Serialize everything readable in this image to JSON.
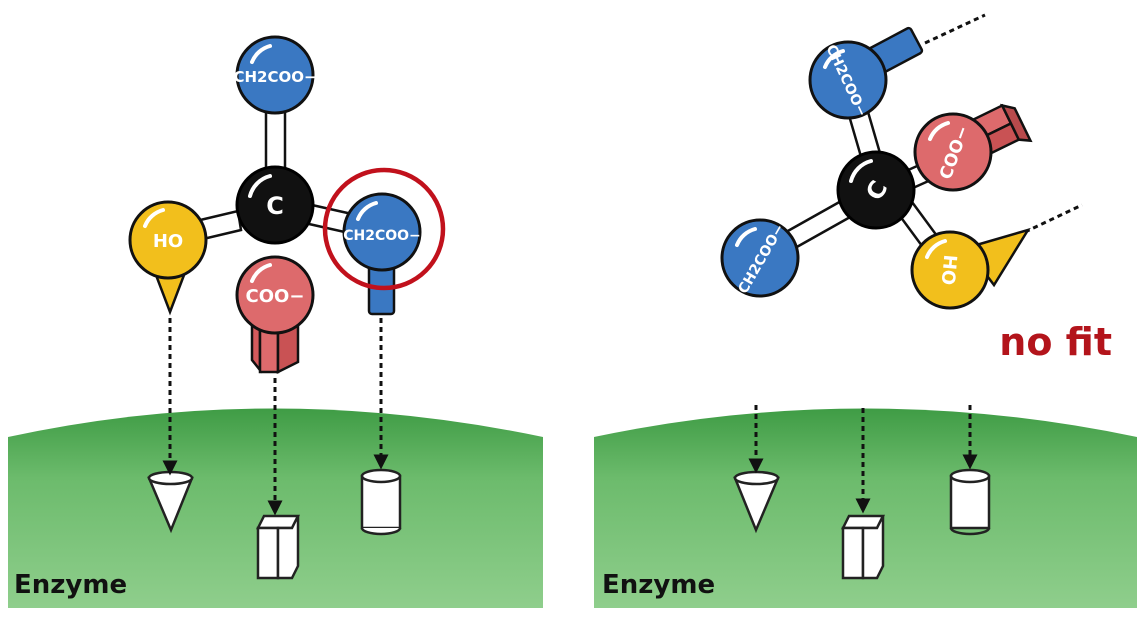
{
  "colors": {
    "blue": "#3a78c2",
    "red": "#dd6a6c",
    "yellow": "#f2bf1c",
    "black": "#111111",
    "enzyme_green": "#56b15a",
    "highlight_ring": "#c1111c",
    "no_fit_text": "#b3141b"
  },
  "left_panel": {
    "enzyme_label": "Enzyme",
    "center_atom": "C",
    "groups": {
      "top": "CH2COO−",
      "left": "HO",
      "bottom": "COO−",
      "right": "CH2COO−"
    },
    "highlighted_group": "right",
    "sites": [
      "cone-site",
      "prism-site",
      "cylinder-site"
    ]
  },
  "right_panel": {
    "enzyme_label": "Enzyme",
    "center_atom": "C",
    "status_text": "no fit",
    "groups": {
      "upper": "CH2COO−",
      "lower_left": "CH2COO−",
      "red": "COO−",
      "yellow": "HO"
    },
    "sites": [
      "cone-site",
      "prism-site",
      "cylinder-site"
    ]
  }
}
